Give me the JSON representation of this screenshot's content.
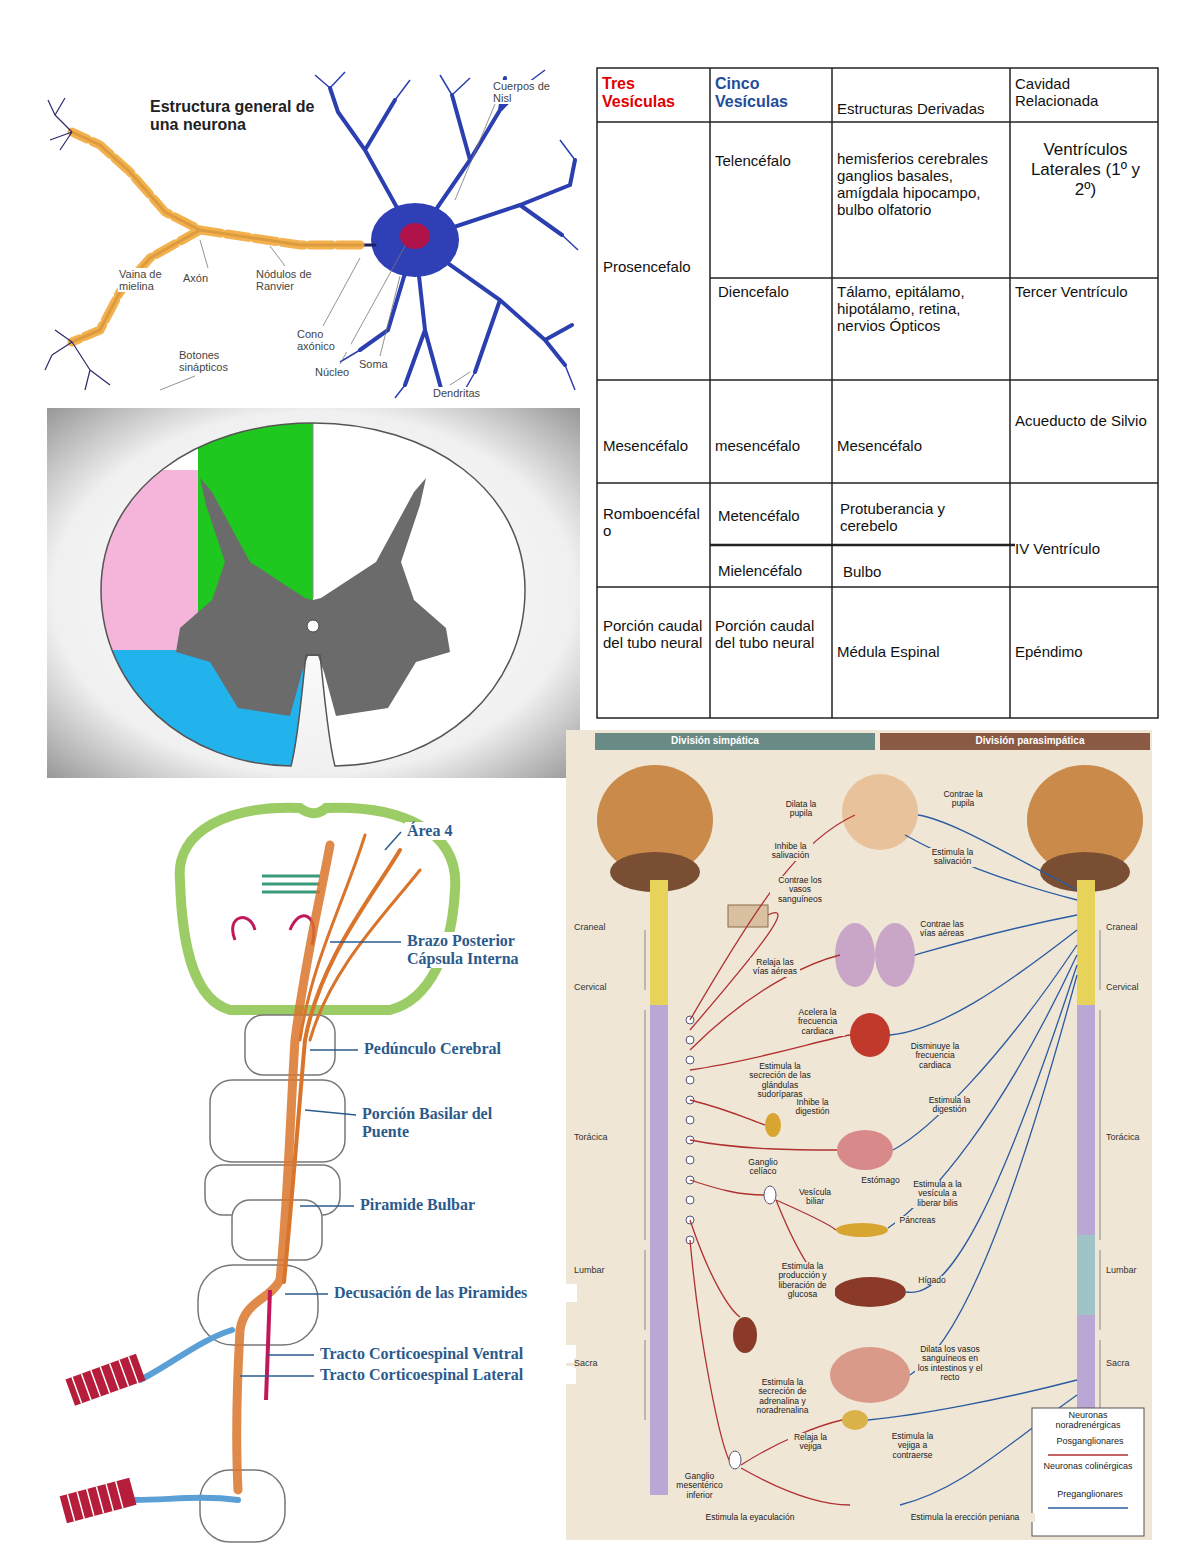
{
  "diagram": {
    "labels": [
      "Estructura general de una neurona",
      "Cuerpos de Nisl",
      "Vaina de mielina",
      "Axón",
      "Nódulos de Ranvier",
      "Cono axónico",
      "Núcleo",
      "Soma",
      "Botones sinápticos",
      "Dendritas",
      "Tres Vesículas",
      "Cinco Vesículas",
      "Estructuras Derivadas",
      "Cavidad Relacionada",
      "Prosencefalo",
      "Telencéfalo",
      "hemisferios cerebrales ganglios basales, amígdala hipocampo, bulbo olfatorio",
      "Ventrículos Laterales (1º y 2º)",
      "Diencefalo",
      "Tálamo, epitálamo, hipotálamo, retina, nervios Ópticos",
      "Tercer Ventrículo",
      "Mesencéfalo",
      "mesencéfalo",
      "Mesencéfalo",
      "Acueducto de Silvio",
      "Romboencéfalo",
      "Metencéfalo",
      "Protuberancia y cerebelo",
      "Mielencéfalo",
      "Bulbo",
      "IV Ventrículo",
      "Porción caudal del tubo neural",
      "Porción caudal del tubo neural",
      "Médula Espinal",
      "Epéndimo",
      "Área 4",
      "Brazo Posterior Cápsula Interna",
      "Pedúnculo Cerebral",
      "Porción Basilar del Puente",
      "Piramide Bulbar",
      "Decusación de las Piramides",
      "Tracto Corticoespinal Ventral",
      "Tracto Corticoespinal Lateral",
      "División simpática",
      "División parasimpática",
      "Dilata la pupila",
      "Contrae la pupila",
      "Inhibe la salivación",
      "Estimula la salivación",
      "Contrae los vasos sanguíneos",
      "Contrae las vías aéreas",
      "Relaja las vías aéreas",
      "Acelera la frecuencia cardiaca",
      "Disminuye la frecuencia cardiaca",
      "Estimula la secreción de las glándulas sudoríparas",
      "Inhibe la digestión",
      "Estimula la digestión",
      "Ganglio celíaco",
      "Estómago",
      "Vesícula biliar",
      "Estimula a la vesícula a liberar bilis",
      "Páncreas",
      "Hígado",
      "Estimula la producción y liberación de glucosa",
      "Estimula la secreción de adrenalina y noradrenalina",
      "Dilata los vasos sanguíneos en los intestinos y el recto",
      "Relaja la vejiga",
      "Estimula la vejiga a contraerse",
      "Ganglio mesentérico inferior",
      "Estimula la eyaculación",
      "Estimula la erección peniana",
      "Craneal",
      "Cervical",
      "Torácica",
      "Lumbar",
      "Sacra",
      "Craneal",
      "Cervical",
      "Torácica",
      "Lumbar",
      "Sacra",
      "Neuronas noradrenérgicas",
      "Neuronas colinérgicas"
    ],
    "legend": [
      {
        "text": "Posganglionares"
      },
      {
        "text": "Preganglionares"
      }
    ]
  }
}
